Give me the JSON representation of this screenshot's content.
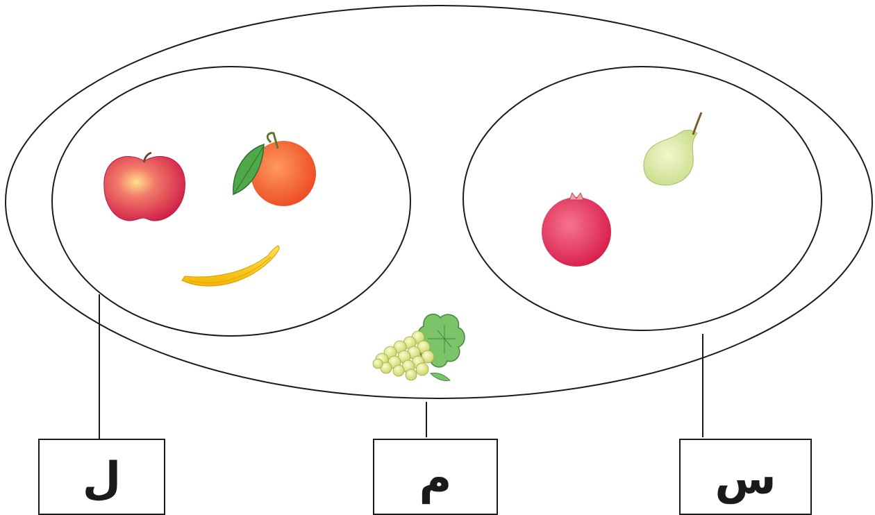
{
  "sets": {
    "left_label": "ل",
    "middle_label": "م",
    "right_label": "س"
  },
  "fruits": {
    "left_subset": [
      "apple",
      "orange",
      "banana"
    ],
    "right_subset": [
      "pear",
      "pomegranate"
    ],
    "outer_only": [
      "grapes"
    ]
  },
  "colors": {
    "outline": "#1a1a1a",
    "apple": "#e23a4e",
    "orange": "#f15a2b",
    "banana": "#f8d118",
    "pear": "#d9e89c",
    "pomegranate": "#e4335a",
    "grape": "#d8e27a",
    "leaf": "#5cb85c"
  }
}
